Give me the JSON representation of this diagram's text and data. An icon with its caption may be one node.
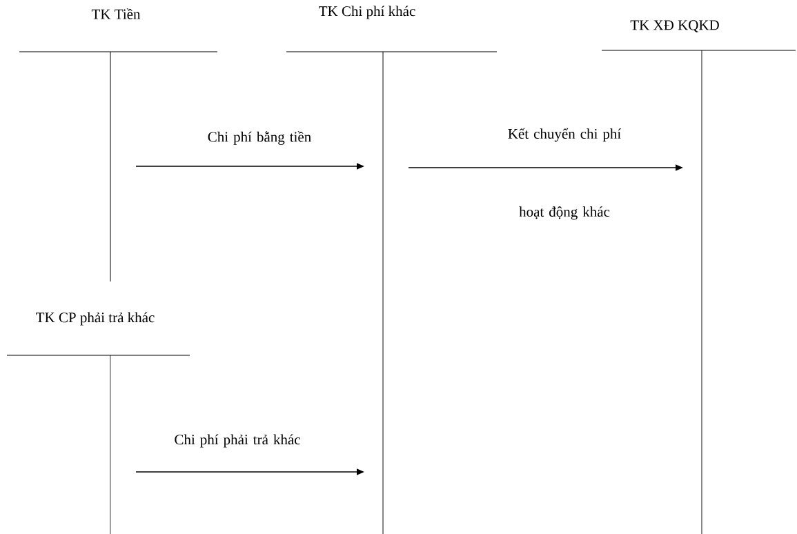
{
  "diagram": {
    "nodes": [
      {
        "text": [
          "TK Tiền"
        ]
      },
      {
        "text": [
          "TK Chi phí khác"
        ]
      },
      {
        "text": [
          "TK XĐ KQKD"
        ]
      },
      {
        "text": [
          "TK CP phải trả khác"
        ]
      }
    ],
    "edges": [
      {
        "from": 0,
        "to": 1,
        "arrow": "to",
        "label": "Chi phí bằng tiền"
      },
      {
        "from": 1,
        "to": 2,
        "arrow": "to",
        "label": "Kết chuyển chi phí hoạt động khác"
      },
      {
        "from": 3,
        "to": 1,
        "arrow": "to",
        "label": "Chi phí phải trả khác"
      }
    ]
  }
}
